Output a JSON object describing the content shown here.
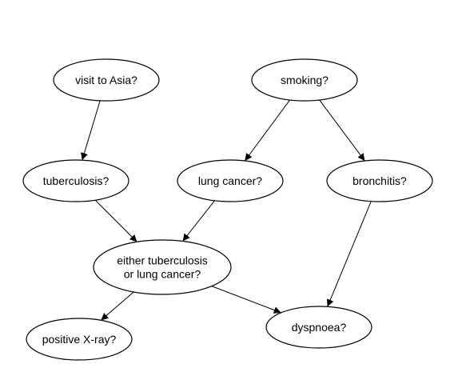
{
  "nodes": [
    {
      "id": "asia",
      "label": [
        "visit to Asia?"
      ]
    },
    {
      "id": "smoking",
      "label": [
        "smoking?"
      ]
    },
    {
      "id": "tub",
      "label": [
        "tuberculosis?"
      ]
    },
    {
      "id": "lung",
      "label": [
        "lung cancer?"
      ]
    },
    {
      "id": "bronc",
      "label": [
        "bronchitis?"
      ]
    },
    {
      "id": "either",
      "label": [
        "either tuberculosis",
        "or lung cancer?"
      ]
    },
    {
      "id": "xray",
      "label": [
        "positive X-ray?"
      ]
    },
    {
      "id": "dysp",
      "label": [
        "dyspnoea?"
      ]
    }
  ],
  "edges": [
    {
      "from": "asia",
      "to": "tub"
    },
    {
      "from": "smoking",
      "to": "lung"
    },
    {
      "from": "smoking",
      "to": "bronc"
    },
    {
      "from": "tub",
      "to": "either"
    },
    {
      "from": "lung",
      "to": "either"
    },
    {
      "from": "bronc",
      "to": "dysp"
    },
    {
      "from": "either",
      "to": "xray"
    },
    {
      "from": "either",
      "to": "dysp"
    }
  ]
}
